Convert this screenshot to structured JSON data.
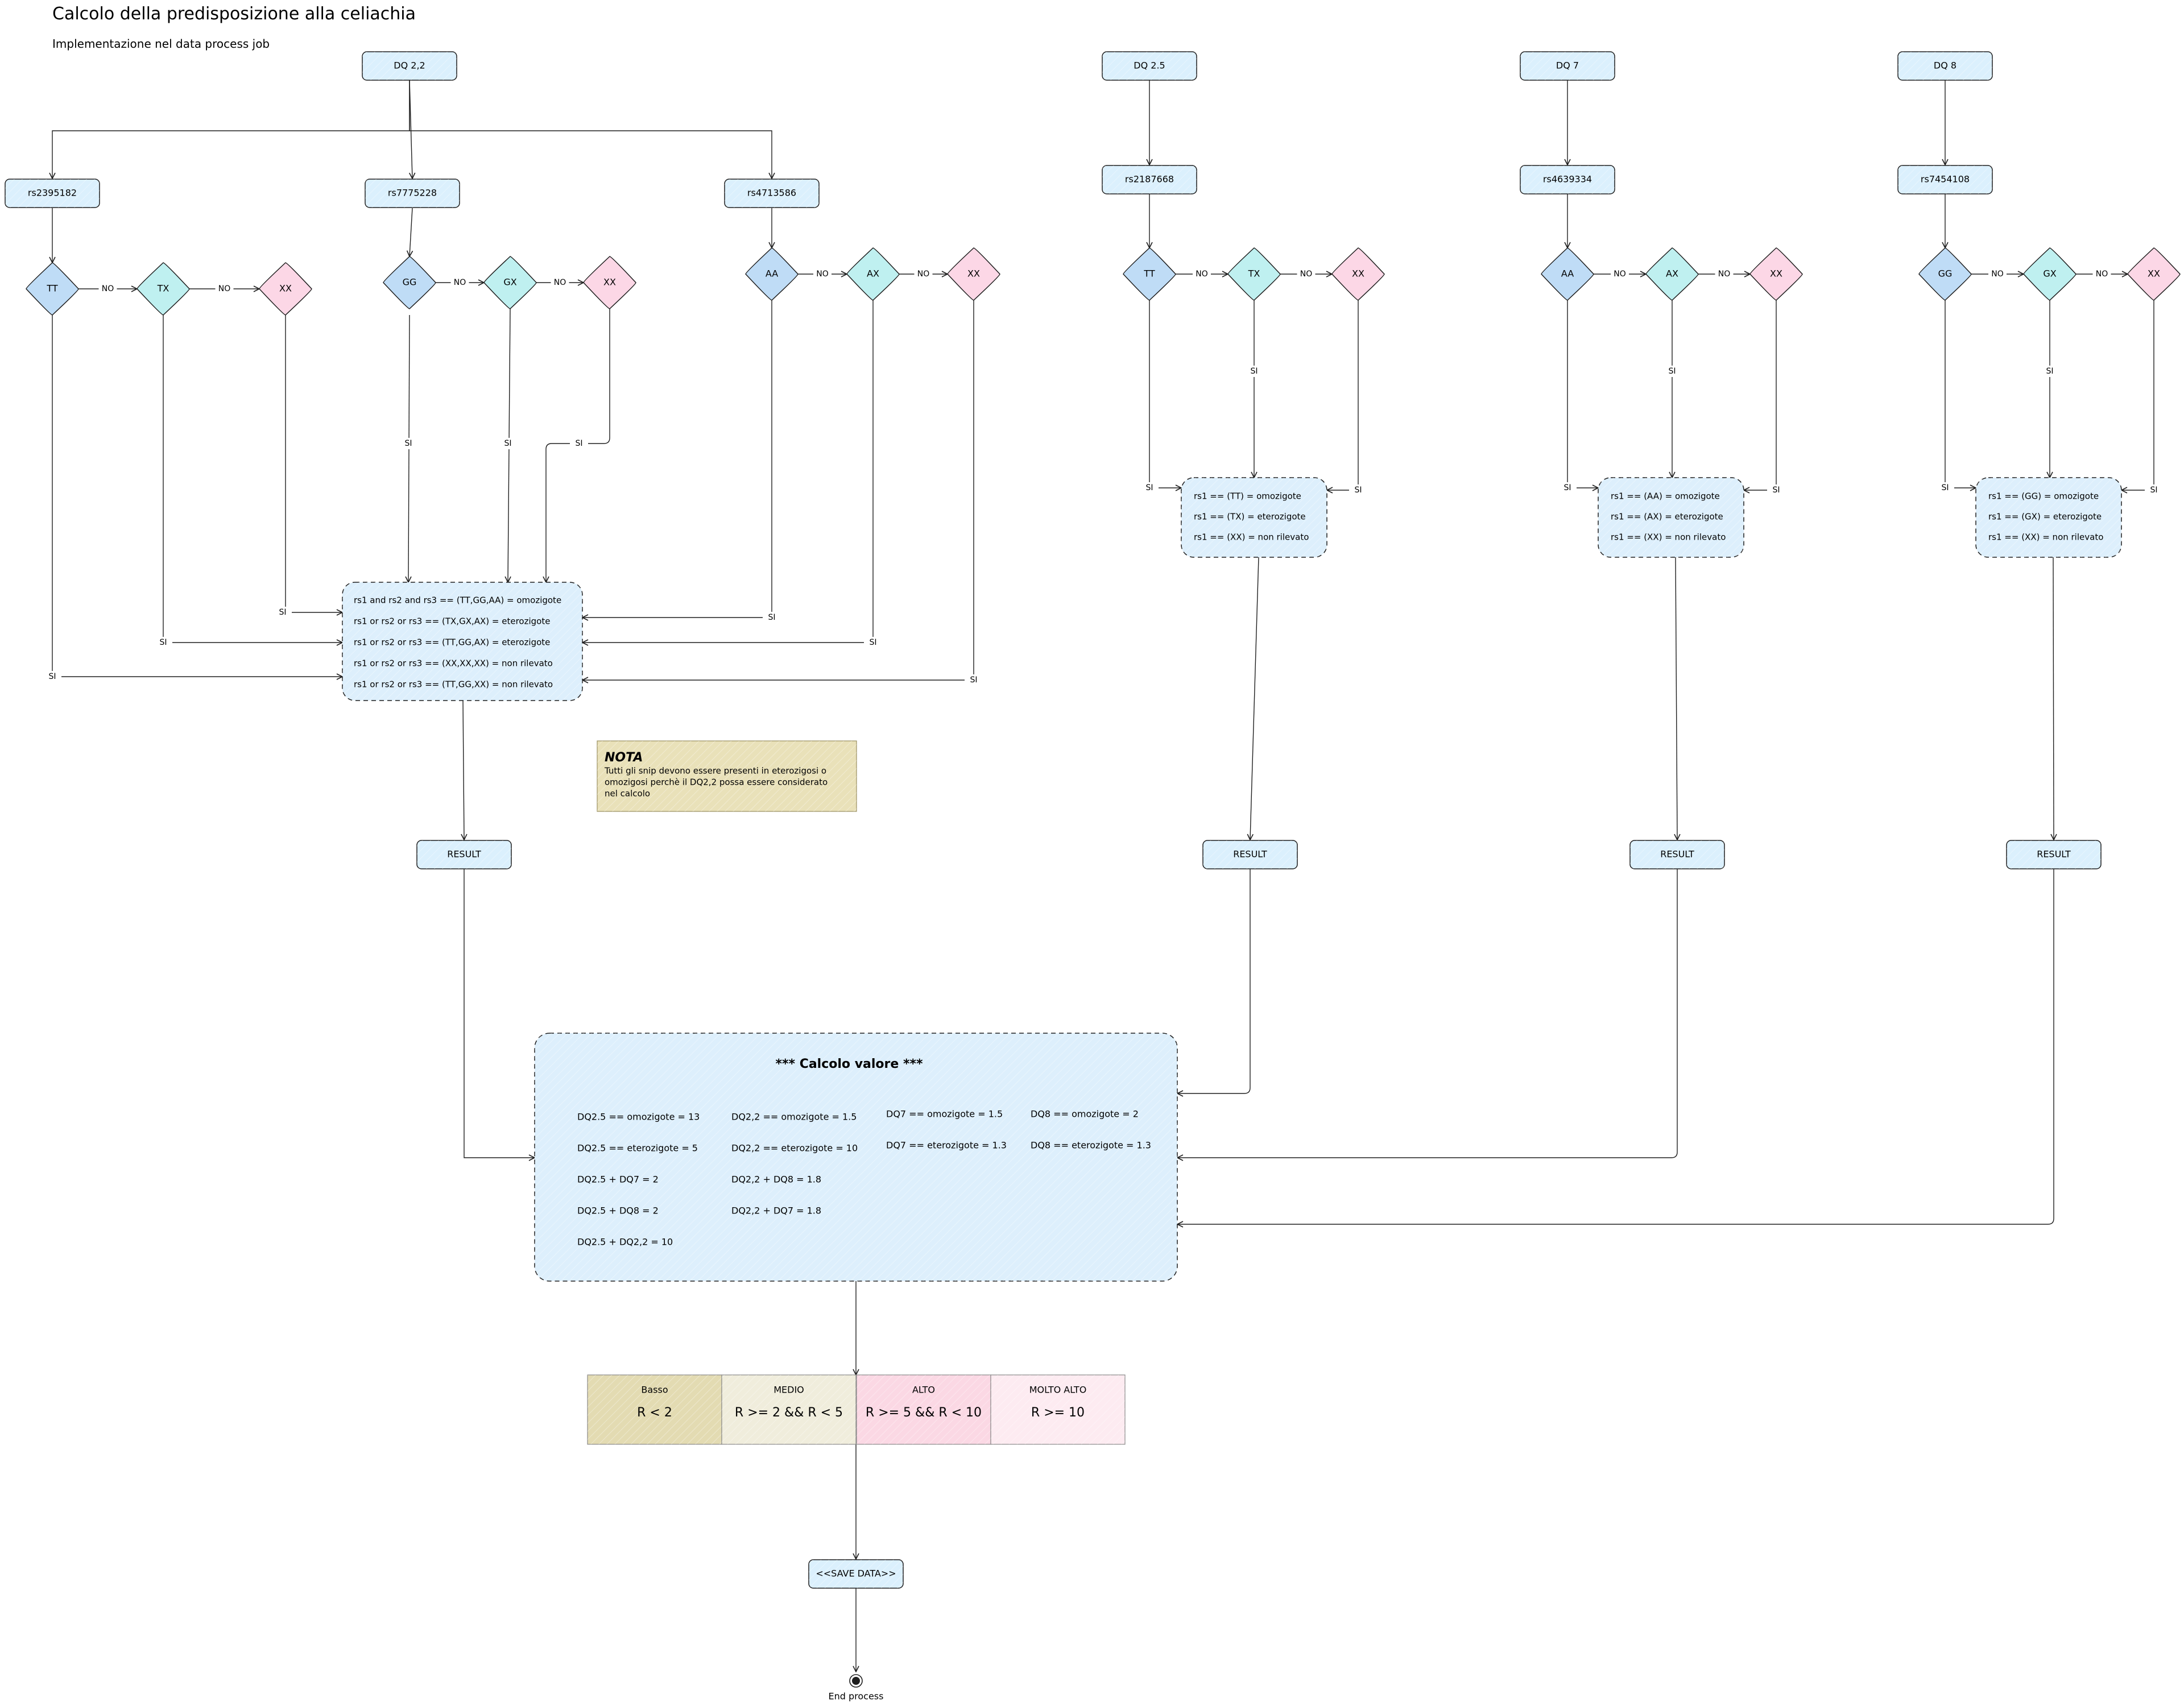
{
  "header": {
    "title": "Calcolo della predisposizione alla celiachia",
    "subtitle": "Implementazione nel data process job"
  },
  "labels": {
    "no": "NO",
    "si": "SI",
    "result": "RESULT"
  },
  "colors": {
    "box": "#dbf0fd",
    "diamond_blue": "#bfdcf6",
    "diamond_cyan": "#bff0f0",
    "diamond_pink": "#fcd7e6",
    "rules": "#ddeffc",
    "note": "#e9e1b9",
    "risk_basso": "#e3dbb2",
    "risk_medio": "#f0eddc",
    "risk_alto": "#fbd8e4",
    "risk_molto_alto": "#fdebf1",
    "stroke": "#1e1e1e"
  },
  "dq22": {
    "label": "DQ 2,2",
    "snps": [
      {
        "id": "rs2395182",
        "alleles": [
          "TT",
          "TX",
          "XX"
        ]
      },
      {
        "id": "rs7775228",
        "alleles": [
          "GG",
          "GX",
          "XX"
        ]
      },
      {
        "id": "rs4713586",
        "alleles": [
          "AA",
          "AX",
          "XX"
        ]
      }
    ],
    "rules": [
      "rs1 and rs2 and rs3 == (TT,GG,AA) = omozigote",
      "rs1 or rs2 or rs3 == (TX,GX,AX) = eterozigote",
      "rs1 or rs2 or rs3 == (TT,GG,AX) = eterozigote",
      "rs1 or rs2 or rs3 == (XX,XX,XX) = non rilevato",
      "rs1 or rs2 or rs3 == (TT,GG,XX) = non rilevato"
    ]
  },
  "single_dq": [
    {
      "label": "DQ 2.5",
      "snp": "rs2187668",
      "alleles": [
        "TT",
        "TX",
        "XX"
      ],
      "rules": [
        "rs1  == (TT) = omozigote",
        "rs1  == (TX) = eterozigote",
        "rs1 == (XX) = non rilevato"
      ]
    },
    {
      "label": "DQ 7",
      "snp": "rs4639334",
      "alleles": [
        "AA",
        "AX",
        "XX"
      ],
      "rules": [
        "rs1  == (AA) = omozigote",
        "rs1  == (AX) = eterozigote",
        "rs1 == (XX) = non rilevato"
      ]
    },
    {
      "label": "DQ 8",
      "snp": "rs7454108",
      "alleles": [
        "GG",
        "GX",
        "XX"
      ],
      "rules": [
        "rs1  == (GG) = omozigote",
        "rs1  == (GX) = eterozigote",
        "rs1 == (XX) = non rilevato"
      ]
    }
  ],
  "note": {
    "title": "NOTA",
    "lines": [
      "Tutti gli snip devono essere presenti in eterozigosi o",
      "omozigosi perchè il DQ2,2 possa essere considerato",
      "nel calcolo"
    ]
  },
  "calc": {
    "title": "*** Calcolo valore ***",
    "columns": [
      [
        "DQ2.5 == omozigote = 13",
        "DQ2.5 == eterozigote = 5",
        "DQ2.5 + DQ7 = 2",
        "DQ2.5 + DQ8 = 2",
        "DQ2.5 + DQ2,2 = 10"
      ],
      [
        "DQ2,2 == omozigote = 1.5",
        "DQ2,2 == eterozigote = 10",
        "DQ2,2 + DQ8 = 1.8",
        "DQ2,2 + DQ7 = 1.8"
      ],
      [
        "DQ7 == omozigote = 1.5",
        "DQ7 == eterozigote = 1.3"
      ],
      [
        "DQ8 == omozigote = 2",
        "DQ8 == eterozigote = 1.3"
      ]
    ]
  },
  "risk": [
    {
      "name": "Basso",
      "range": "R < 2"
    },
    {
      "name": "MEDIO",
      "range": "R >= 2 && R < 5"
    },
    {
      "name": "ALTO",
      "range": "R >= 5 && R < 10"
    },
    {
      "name": "MOLTO ALTO",
      "range": "R >= 10"
    }
  ],
  "save": "<<SAVE DATA>>",
  "end": "End process"
}
